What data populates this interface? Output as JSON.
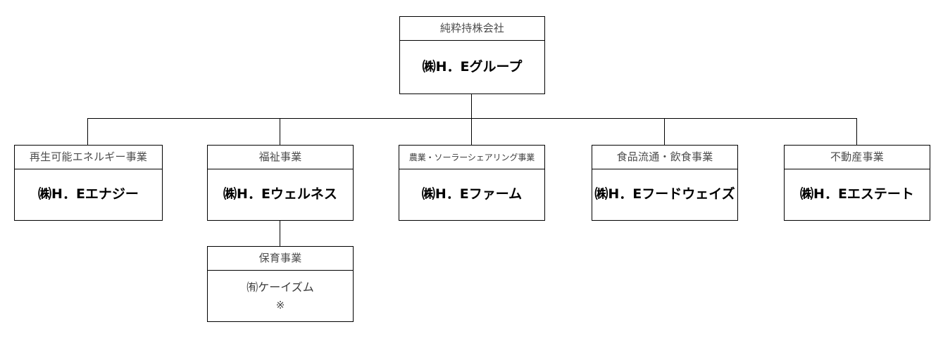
{
  "diagram": {
    "type": "organization-chart",
    "title_text": "",
    "line_color": "#000000",
    "background_color": "#ffffff",
    "root": {
      "header": "純粋持株会社",
      "name": "㈱H．Eグループ"
    },
    "divisions": [
      {
        "header": "再生可能エネルギー事業",
        "name": "㈱H．Eエナジー"
      },
      {
        "header": "福祉事業",
        "name": "㈱H．Eウェルネス"
      },
      {
        "header": "農業・ソーラーシェアリング事業",
        "name": "㈱H．Eファーム"
      },
      {
        "header": "食品流通・飲食事業",
        "name": "㈱H．Eフードウェイズ"
      },
      {
        "header": "不動産事業",
        "name": "㈱H．Eエステート"
      }
    ],
    "sub_division": {
      "header": "保育事業",
      "name": "㈲ケーイズム",
      "mark": "※"
    }
  }
}
